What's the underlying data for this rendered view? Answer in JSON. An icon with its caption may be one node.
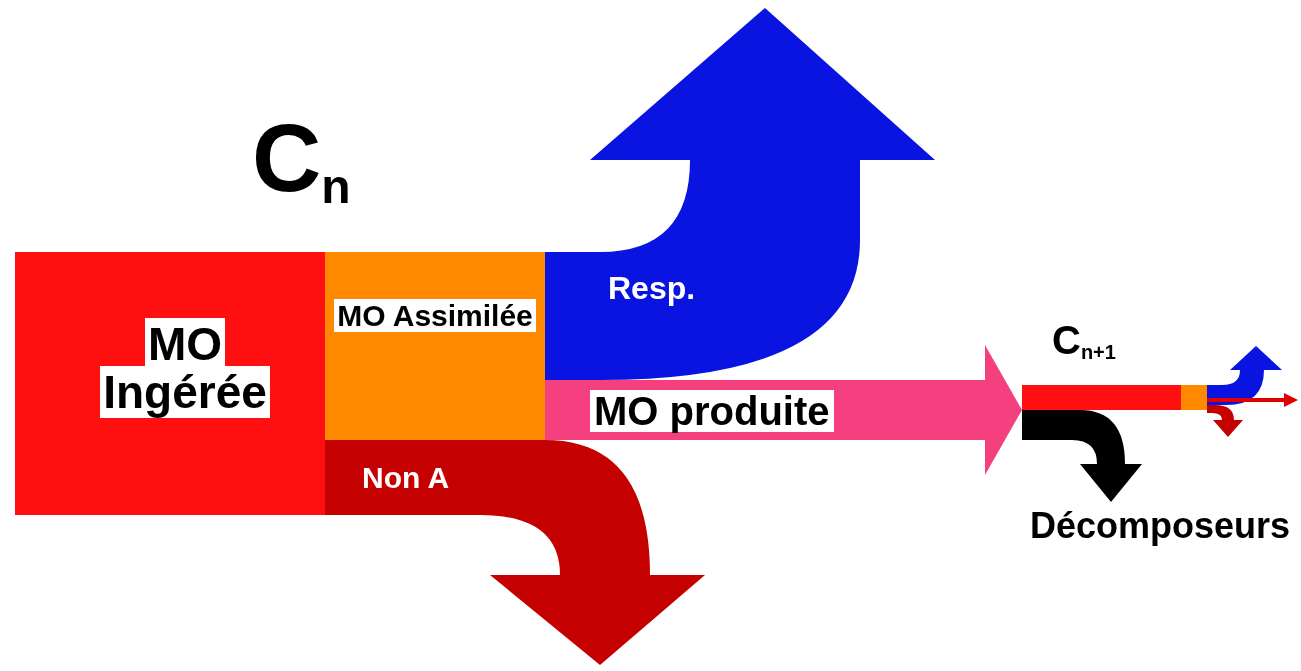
{
  "diagram": {
    "nodes": [
      {
        "text": [
          "MO Ingérée"
        ]
      },
      {
        "text": [
          "MO Assimilée"
        ]
      },
      {
        "text": [
          "C$_{n+1}$"
        ]
      },
      {
        "text": [
          "Décomposeurs"
        ]
      }
    ],
    "edges": [
      {
        "from": 1,
        "to": null,
        "arrow": "to",
        "label": "Resp.",
        "color": "#0a14e0"
      },
      {
        "from": 1,
        "to": 2,
        "arrow": "to",
        "label": "MO produite",
        "color": "#f4407e"
      },
      {
        "from": 0,
        "to": null,
        "arrow": "to",
        "label": "Non A",
        "color": "#c40000"
      },
      {
        "from": 2,
        "to": 3,
        "arrow": "to",
        "color": "#000000"
      },
      {
        "from": 2,
        "to": null,
        "arrow": "to",
        "color": "#0a14e0"
      },
      {
        "from": 2,
        "to": null,
        "arrow": "to",
        "color": "#e00000"
      },
      {
        "from": 2,
        "to": null,
        "arrow": "to",
        "color": "#c40000"
      }
    ],
    "labels": [
      "C$_{n}$"
    ]
  }
}
